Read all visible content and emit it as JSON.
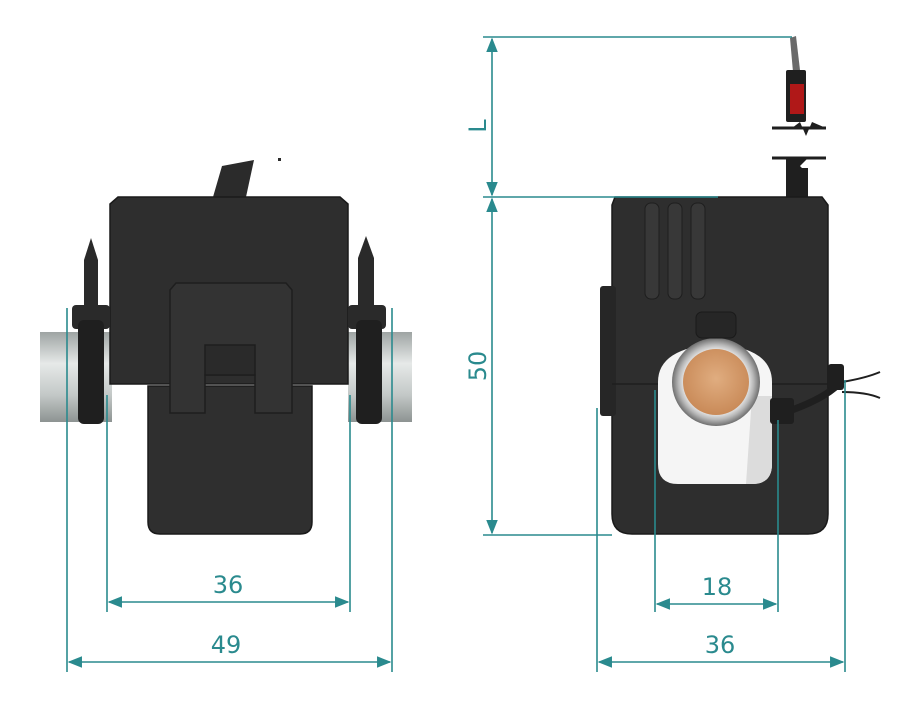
{
  "colors": {
    "dimension_line": "#2a8a8e",
    "dimension_text": "#2a8a8e",
    "body_dark": "#2b2b2b",
    "body_mid": "#3a3a3a",
    "body_edge": "#1a1a1a",
    "rod_light": "#cfd3d2",
    "rod_shade": "#9ea4a3",
    "copper": "#d8a070",
    "wire_red": "#b01818"
  },
  "dimensions": {
    "front_inner_width": "36",
    "front_outer_width": "49",
    "side_height": "50",
    "side_lead_length": "L",
    "side_aperture": "18",
    "side_width": "36"
  }
}
